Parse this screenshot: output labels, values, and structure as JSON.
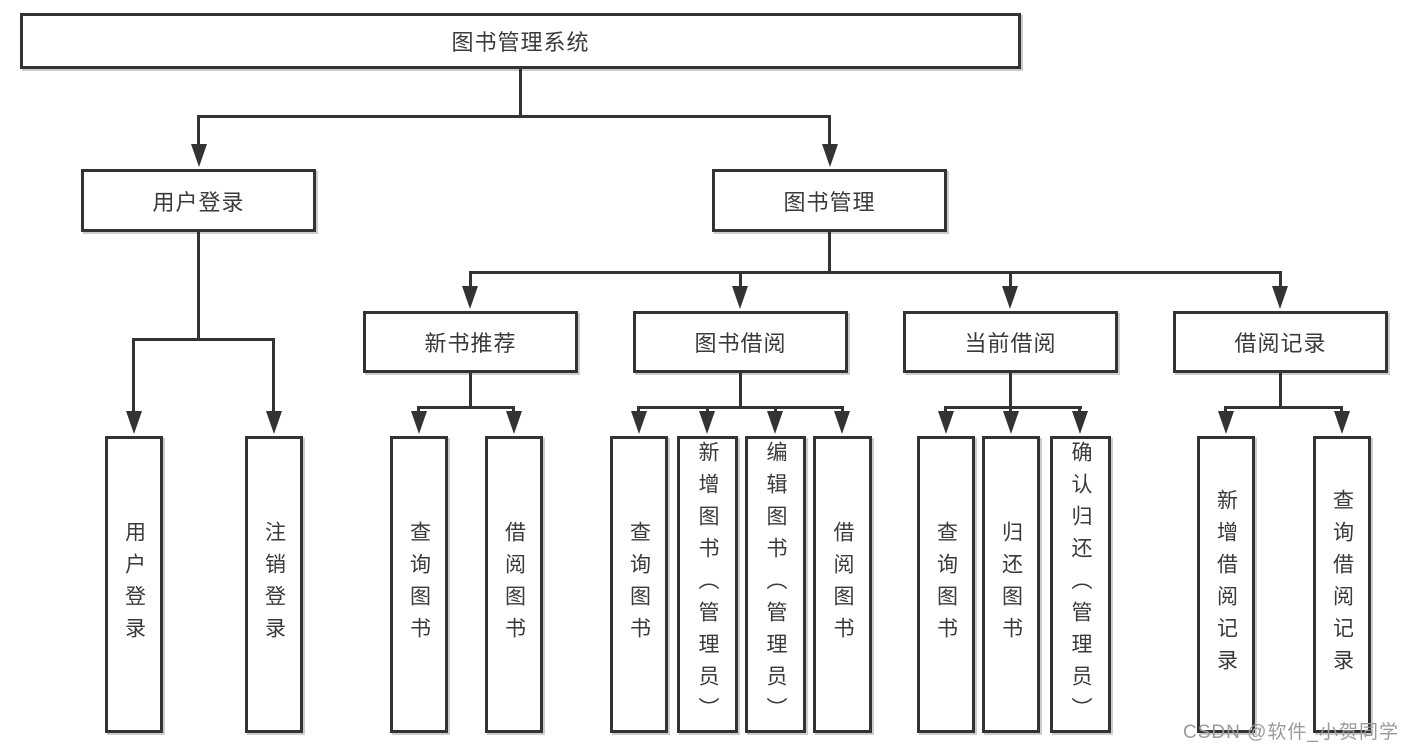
{
  "theme": {
    "line": "#333333",
    "text": "#3a3a3a",
    "background": "#ffffff",
    "watermark_color": "#9b9b9b"
  },
  "root": {
    "label": "图书管理系统"
  },
  "level2": {
    "user_login": {
      "label": "用户登录"
    },
    "book_manage": {
      "label": "图书管理"
    }
  },
  "level3": {
    "new_book": {
      "label": "新书推荐"
    },
    "book_borrow": {
      "label": "图书借阅"
    },
    "current_borrow": {
      "label": "当前借阅"
    },
    "borrow_record": {
      "label": "借阅记录"
    }
  },
  "leaves": {
    "user_login": [
      "用户登录",
      "注销登录"
    ],
    "new_book": [
      "查询图书",
      "借阅图书"
    ],
    "book_borrow": [
      "查询图书",
      "新增图书（管理员）",
      "编辑图书（管理员）",
      "借阅图书"
    ],
    "current_borrow": [
      "查询图书",
      "归还图书",
      "确认归还（管理员）"
    ],
    "borrow_record": [
      "新增借阅记录",
      "查询借阅记录"
    ]
  },
  "watermark": "CSDN @软件_小贺同学"
}
